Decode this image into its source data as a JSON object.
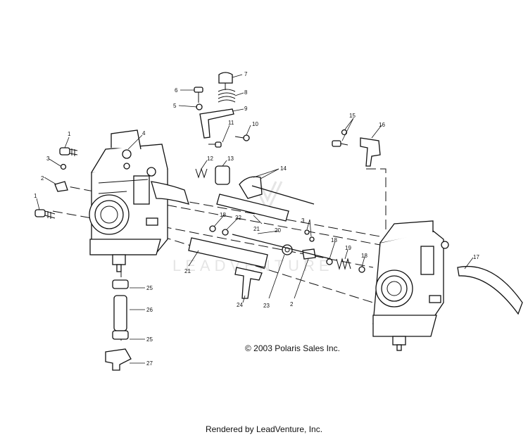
{
  "callouts": {
    "c1a": "1",
    "c1b": "1",
    "c2a": "2",
    "c2b": "2",
    "c3a": "3",
    "c3b": "3",
    "c4": "4",
    "c5": "5",
    "c6": "6",
    "c7": "7",
    "c8": "8",
    "c9": "9",
    "c10": "10",
    "c11": "11",
    "c12": "12",
    "c13": "13",
    "c14": "14",
    "c15": "15",
    "c16": "16",
    "c17": "17",
    "c18a": "18",
    "c18b": "18",
    "c18c": "18",
    "c19": "19",
    "c20": "20",
    "c21a": "21",
    "c21b": "21",
    "c22": "22",
    "c23": "23",
    "c24": "24",
    "c25a": "25",
    "c25b": "25",
    "c26": "26",
    "c27": "27"
  },
  "watermark": "LEADVENTURE",
  "copyright": "© 2003 Polaris Sales Inc.",
  "footer": "Rendered by LeadVenture, Inc."
}
